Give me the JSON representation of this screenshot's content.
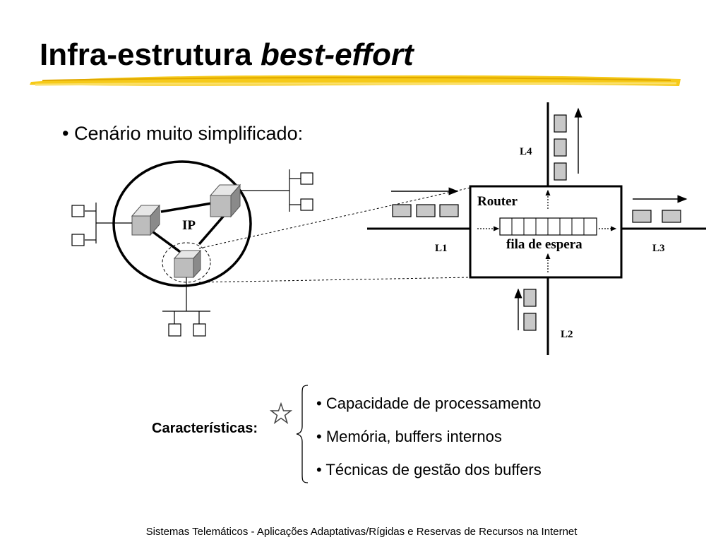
{
  "slide": {
    "title_main": "Infra-estrutura ",
    "title_emphasis": "best-effort",
    "bullet": "• Cenário muito simplificado:",
    "features_label": "Características:",
    "features": [
      "• Capacidade de processamento",
      "• Memória, buffers internos",
      "• Técnicas de gestão dos buffers"
    ],
    "footer": "Sistemas Telemáticos - Aplicações Adaptativas/Rígidas e Reservas de Recursos na Internet",
    "highlight_color": "#f5c400",
    "box_fill": "#c8c8c8"
  },
  "diagram": {
    "network_label": "IP",
    "router_label": "Router",
    "queue_label": "fila de espera",
    "links": [
      "L1",
      "L2",
      "L3",
      "L4"
    ]
  }
}
